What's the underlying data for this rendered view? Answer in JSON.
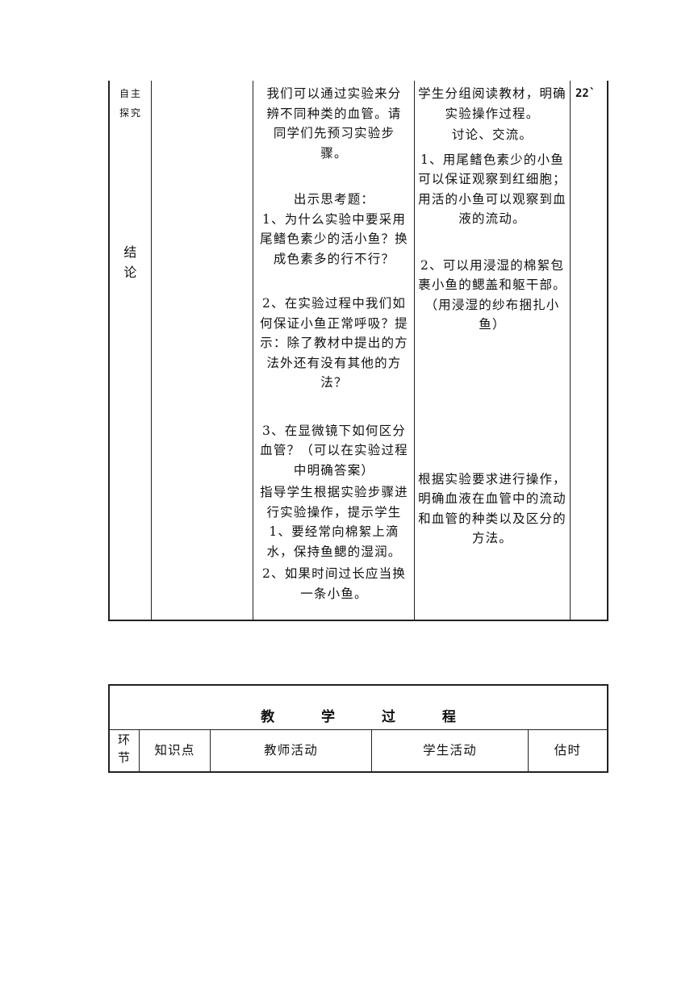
{
  "table1": {
    "col1_top": [
      "自主",
      "探究"
    ],
    "col1_bottom": [
      "结",
      "论"
    ],
    "teacher": {
      "intro": "我们可以通过实验来分辨不同种类的血管。请同学们先预习实验步骤。",
      "think_title": "出示思考题：",
      "q1": "1、为什么实验中要采用尾鳍色素少的活小鱼？换成色素多的行不行？",
      "q2": "2、在实验过程中我们如何保证小鱼正常呼吸？提示：除了教材中提出的方法外还有没有其他的方法？",
      "q3": "3、在显微镜下如何区分血管？（可以在实验过程中明确答案）",
      "guide": "指导学生根据实验步骤进行实验操作，提示学生 1、要经常向棉絮上滴水，保持鱼鳃的湿润。",
      "guide2": "2、如果时间过长应当换一条小鱼。"
    },
    "student": {
      "s1": "学生分组阅读教材，明确实验操作过程。",
      "s2": "讨论、交流。",
      "a1": "1、用尾鳍色素少的小鱼可以保证观察到红细胞；用活的小鱼可以观察到血液的流动。",
      "a2": "2、可以用浸湿的棉絮包裹小鱼的鳃盖和躯干部。（用浸湿的纱布捆扎小鱼）",
      "a3": "根据实验要求进行操作，明确血液在血管中的流动和血管的种类以及区分的方法。"
    },
    "time": "22`"
  },
  "table2": {
    "title": "教 学 过 程",
    "headers": {
      "stage": "环节",
      "knowledge": "知识点",
      "teacher": "教师活动",
      "student": "学生活动",
      "time": "估时"
    }
  }
}
